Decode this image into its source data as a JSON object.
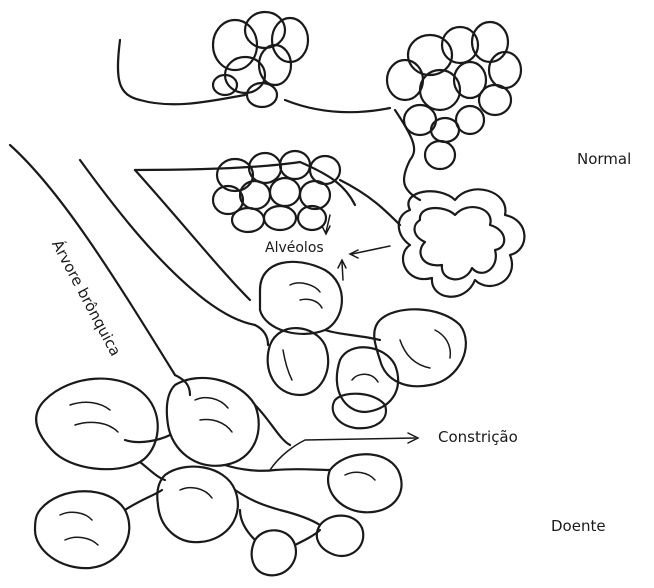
{
  "labels": {
    "normal": "Normal",
    "alveolos": "Alvéolos",
    "arvore": "Árvore brônquica",
    "constricao": "Constrição",
    "doente": "Doente"
  }
}
